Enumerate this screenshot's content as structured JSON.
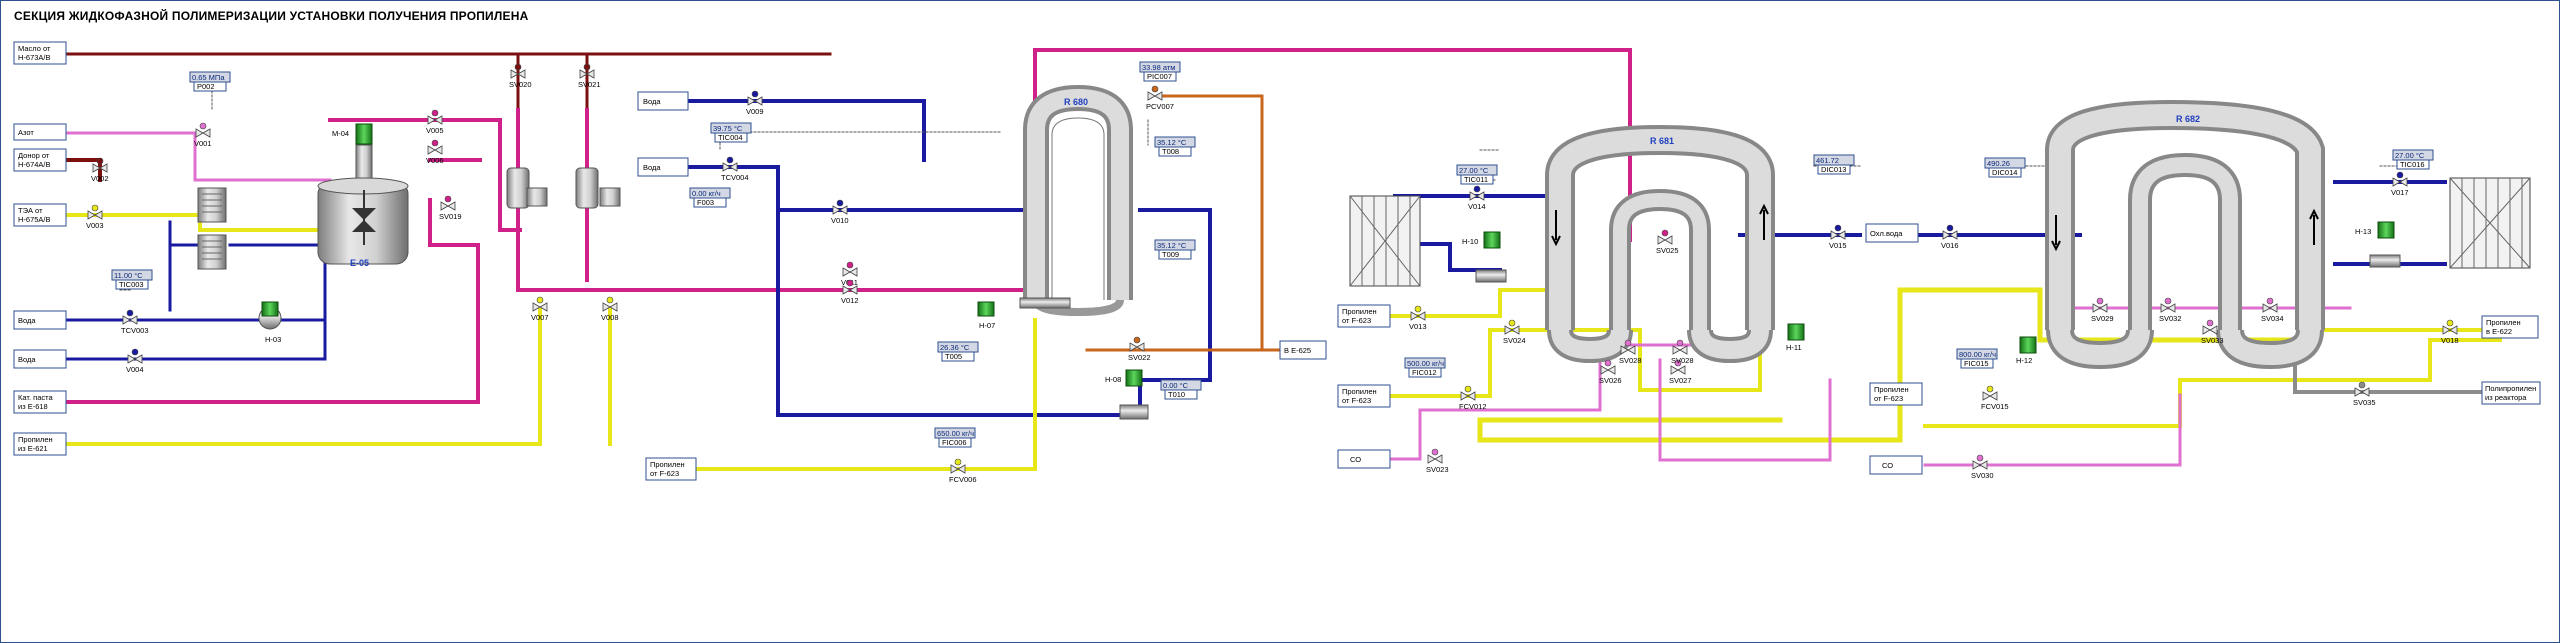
{
  "title": "СЕКЦИЯ ЖИДКОФАЗНОЙ ПОЛИМЕРИЗАЦИИ УСТАНОВКИ ПОЛУЧЕНИЯ ПРОПИЛЕНА",
  "colors": {
    "oil": "#7a1010",
    "magenta": "#d0208a",
    "pink": "#e070d0",
    "water": "#1a1aa0",
    "yellow": "#e6e619",
    "orange": "#c8661c",
    "gray": "#8c8c8c",
    "motor_green": "#2ea82e",
    "vessel": "#b8b8b8"
  },
  "sources": {
    "oil": [
      "Масло от",
      "Н-673А/В"
    ],
    "nitrogen": [
      "Азот"
    ],
    "donor": [
      "Донор от",
      "Н-674А/В"
    ],
    "tea": [
      "ТЭА от",
      "Н-675А/В"
    ],
    "water1": [
      "Вода"
    ],
    "water2": [
      "Вода"
    ],
    "catpaste": [
      "Кат. паста",
      "из Е-618"
    ],
    "propylene1": [
      "Пропилен",
      "из Е-621"
    ],
    "water3": [
      "Вода"
    ],
    "water4": [
      "Вода"
    ],
    "propylene2": [
      "Пропилен",
      "от F-623"
    ],
    "to_e625": [
      "В Е-625"
    ],
    "propylene3": [
      "Пропилен",
      "от F-623"
    ],
    "propylene4": [
      "Пропилен",
      "от F-623"
    ],
    "co1": [
      "СО"
    ],
    "cooling_water": [
      "Охл.вода"
    ],
    "propylene5": [
      "Пропилен",
      "от F-623"
    ],
    "co2": [
      "СО"
    ],
    "propylene6": [
      "Пропилен",
      "в Е-622"
    ],
    "polypropylene": [
      "Полипропилен",
      "из реактора"
    ]
  },
  "vessels": {
    "e05": "Е-05",
    "r680": "R 680",
    "r681": "R 681",
    "r682": "R 682"
  },
  "motors": {
    "m04": "М-04",
    "h03": "Н-03",
    "h07": "Н-07",
    "h08": "Н-08",
    "h10": "Н-10",
    "h11": "Н-11",
    "h12": "Н-12",
    "h13": "Н-13"
  },
  "valves": {
    "v001": "V001",
    "v002": "V002",
    "v003": "V003",
    "v004": "V004",
    "v005": "V005",
    "v006": "V006",
    "v007": "V007",
    "v008": "V008",
    "v009": "V009",
    "v010": "V010",
    "v011": "V011",
    "v012": "V012",
    "v013": "V013",
    "v014": "V014",
    "v015": "V015",
    "v016": "V016",
    "v017": "V017",
    "v018": "V018",
    "sv019": "SV019",
    "sv020": "SV020",
    "sv021": "SV021",
    "sv022": "SV022",
    "sv023": "SV023",
    "sv024": "SV024",
    "sv025": "SV025",
    "sv026": "SV026",
    "sv027": "SV027",
    "sv028a": "SV028",
    "sv028b": "SV028",
    "sv029": "SV029",
    "sv030": "SV030",
    "sv032": "SV032",
    "sv033": "SV033",
    "sv034": "SV034",
    "sv035": "SV035",
    "tcv003": "TCV003",
    "tcv004": "TCV004",
    "pcv007": "PCV007",
    "fcv006": "FCV006",
    "fcv012": "FCV012",
    "fcv015": "FCV015"
  },
  "indicators": {
    "p002": {
      "value": "0.65 МПа",
      "tag": "P002"
    },
    "tc003": {
      "value": "11.00 °C",
      "tag": "TIC003"
    },
    "tc004": {
      "value": "39.75 °C",
      "tag": "TIC004"
    },
    "f003": {
      "value": "0.00 кг/ч",
      "tag": "F003"
    },
    "t005": {
      "value": "26.36 °C",
      "tag": "T005"
    },
    "pc007": {
      "value": "33.98 атм",
      "tag": "PIC007"
    },
    "t008": {
      "value": "35.12 °C",
      "tag": "T008"
    },
    "t009": {
      "value": "35.12 °C",
      "tag": "T009"
    },
    "t010": {
      "value": "0.00 °C",
      "tag": "T010"
    },
    "fc006": {
      "value": "650.00 кг/ч",
      "tag": "FIC006"
    },
    "tc011": {
      "value": "27.00 °C",
      "tag": "TIC011"
    },
    "fc012": {
      "value": "500.00 кг/ч",
      "tag": "FIC012"
    },
    "dc013": {
      "value": "461.72",
      "tag": "DIC013"
    },
    "dc014": {
      "value": "490.26",
      "tag": "DIC014"
    },
    "fc015": {
      "value": "800.00 кг/ч",
      "tag": "FIC015"
    },
    "tc016": {
      "value": "27.00 °C",
      "tag": "TIC016"
    }
  }
}
